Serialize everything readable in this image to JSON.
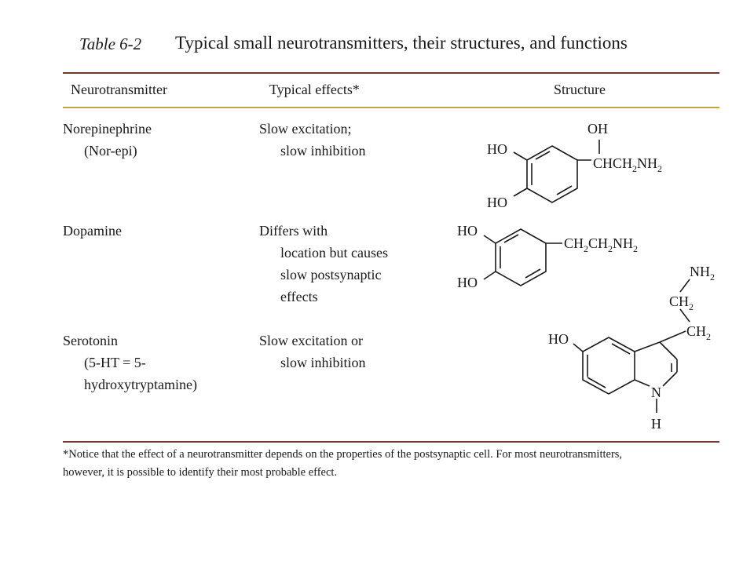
{
  "table": {
    "label": "Table 6-2",
    "title": "Typical small neurotransmitters, their structures, and functions",
    "headers": {
      "neurotransmitter": "Neurotransmitter",
      "effects": "Typical effects*",
      "structure": "Structure"
    },
    "rows": [
      {
        "name_lines": [
          "Norepinephrine",
          "(Nor-epi)"
        ],
        "effect_lines": [
          "Slow excitation;",
          "slow inhibition"
        ],
        "structure_labels": {
          "oh_top": "OH",
          "ho_upper": "HO",
          "ho_lower": "HO",
          "chain": "CHCH",
          "sub1": "2",
          "nh": "NH",
          "sub2": "2"
        }
      },
      {
        "name_lines": [
          "Dopamine"
        ],
        "effect_lines": [
          "Differs with",
          "location but causes",
          "slow postsynaptic",
          "effects"
        ],
        "structure_labels": {
          "ho_upper": "HO",
          "ho_lower": "HO",
          "ch_a": "CH",
          "sub1": "2",
          "ch_b": "CH",
          "sub2": "2",
          "nh": "NH",
          "sub3": "2"
        }
      },
      {
        "name_lines": [
          "Serotonin",
          "(5-HT = 5-",
          "hydroxytryptamine)"
        ],
        "effect_lines": [
          "Slow excitation or",
          "slow inhibition"
        ],
        "structure_labels": {
          "ho": "HO",
          "nh2": "NH",
          "nh2_sub": "2",
          "ch2_upper": "CH",
          "ch2_upper_sub": "2",
          "ch2_lower": "CH",
          "ch2_lower_sub": "2",
          "n": "N",
          "h": "H"
        }
      }
    ],
    "footnote_lines": [
      "*Notice that the effect of a neurotransmitter depends on the properties of the postsynaptic cell. For most neurotransmitters,",
      "however, it is possible to identify their most probable effect."
    ]
  }
}
